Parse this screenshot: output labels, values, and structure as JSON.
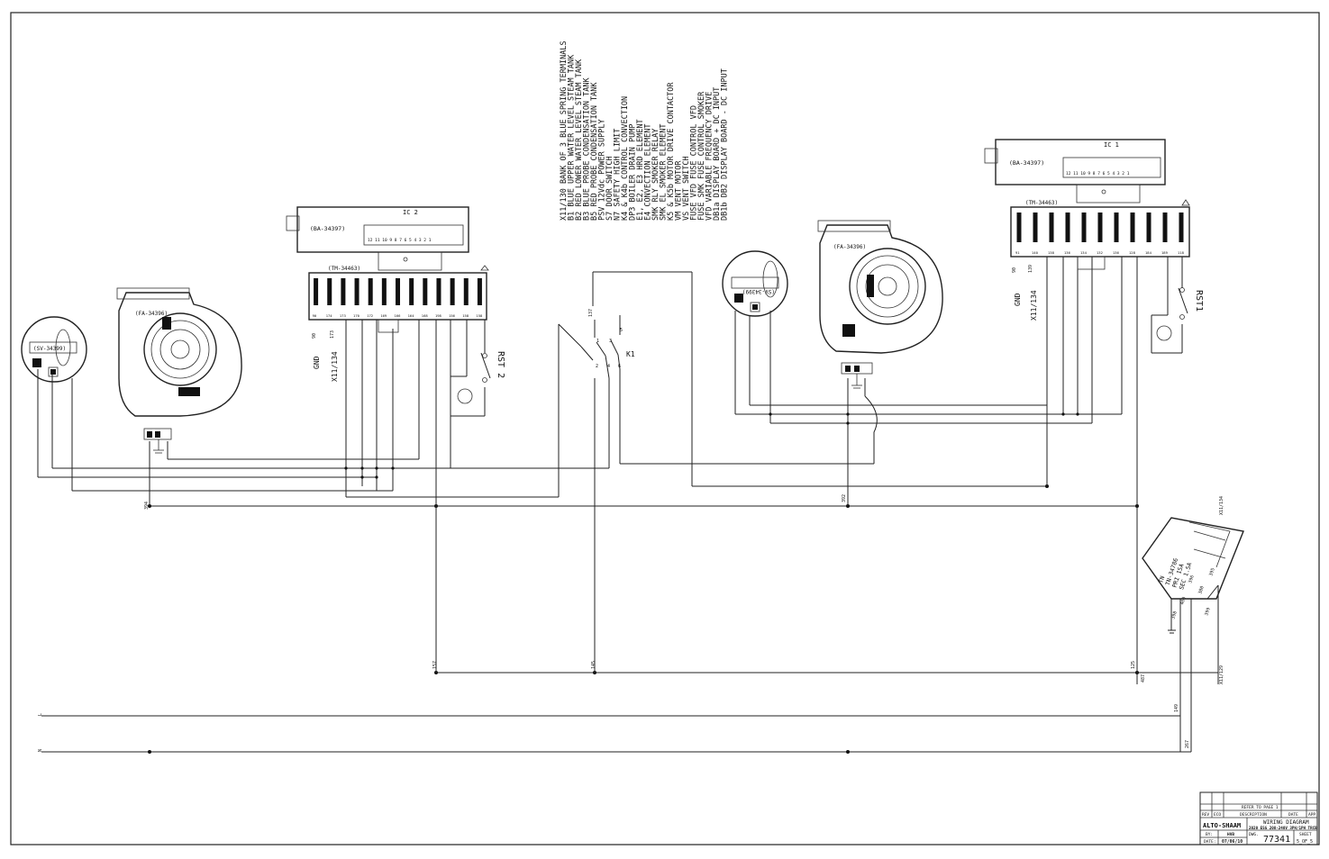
{
  "legend": {
    "lines": [
      "X11/130 BANK OF 3 BLUE SPRING TERMINALS",
      "B1 BLUE UPPER WATER LEVEL STEAM TANK",
      "B2 RED LOWER WATER LEVEL STEAM TANK",
      "B3 BLUE PROBE CONDENSATION TANK",
      "B5 RED PROBE CONDENSATION TANK",
      "PSV 12Vdc POWER SUPPLY",
      "S7 DOOR SWITCH",
      "N7 SAFETY HIGH LIMIT",
      "K4 & K4b CONTROL CONVECTION",
      "DP3 BOILER DRAIN PUMP",
      "E1, E2, E3 HRD ELEMENT",
      "E4 CONVECTION ELEMENT",
      "SMK RLY SMOKER RELAY",
      "SMK EL SMOKER ELEMENT",
      "K5 & K5b MOTOR DRIVE CONTACTOR",
      "VM VENT MOTOR",
      "VS VENT SWITCH",
      "FUSE VFD FUSE CONTROL VFD",
      "FUSE SMK FUSE CONTROL SMOKER",
      "VFD VARIABLE FREQUENCY DRIVE",
      "DB1a DISPLAY BOARD + DC INPUT",
      "DB1b DB2 DISPLAY BOARD - DC INPUT"
    ]
  },
  "left_unit": {
    "ic_label": "IC 2",
    "ic_part": "(BA-34397)",
    "ic_pins": "12 11 10 9 8 7 6 5 4 3 2 1",
    "tm_part": "(TM-34463)",
    "tm_pins": [
      "90",
      "174",
      "173",
      "170",
      "172",
      "169",
      "166",
      "164",
      "168",
      "198",
      "156",
      "158",
      "158"
    ],
    "fan_part": "(FA-34396)",
    "sensor_part": "(SV-34399)",
    "gnd": "GND",
    "gnd_wire": "90",
    "x11": "X11/134",
    "x11_wire": "173",
    "reset": "RST 2"
  },
  "right_unit": {
    "ic_label": "IC 1",
    "ic_part": "(BA-34397)",
    "ic_pins": "12 11 10 9 8 7 6 5 4 3 2 1",
    "tm_part": "(TM-34463)",
    "tm_pins": [
      "91",
      "140",
      "138",
      "136",
      "134",
      "132",
      "136",
      "128",
      "184",
      "189",
      "118"
    ],
    "fan_part": "(FA-34396)",
    "sensor_part": "(SV-34399)",
    "gnd": "GND",
    "gnd_wire": "90",
    "x11": "X11/134",
    "x11_wire": "139",
    "reset": "RST1"
  },
  "relay": {
    "label": "K1",
    "wire": "137",
    "contacts": [
      "1",
      "2",
      "3",
      "4",
      "5",
      "6"
    ]
  },
  "transformer": {
    "lines": [
      "TN",
      "TN-34786",
      "PRI 15A",
      "SEC 1.5A"
    ],
    "wires": [
      "X11/134",
      "X11/129",
      "396",
      "395",
      "380",
      "399",
      "460",
      "398"
    ]
  },
  "wire_labels": {
    "w394": "394",
    "w392": "392",
    "w157": "157",
    "w145": "145",
    "w125": "125",
    "w487": "487",
    "w149": "149",
    "w267": "267",
    "L": "L",
    "N": "N"
  },
  "title_block": {
    "company": "ALTO-SHAAM",
    "row_ref": "REFER TO PAGE 1",
    "col_rev": "REV",
    "col_eco": "ECO",
    "col_desc": "DESCRIPTION",
    "col_date": "DATE",
    "col_app": "APP",
    "title": "WIRING DIAGRAM",
    "subtitle": "2020 ESG 208-240V 3PH/1PH TRCB",
    "by_label": "BY:",
    "by": "HVB",
    "date_label": "DATE:",
    "date": "07/06/10",
    "dwg_label": "DWG.",
    "dwg": "77341",
    "sheet_label": "SHEET",
    "sheet": "5_OF_5"
  }
}
